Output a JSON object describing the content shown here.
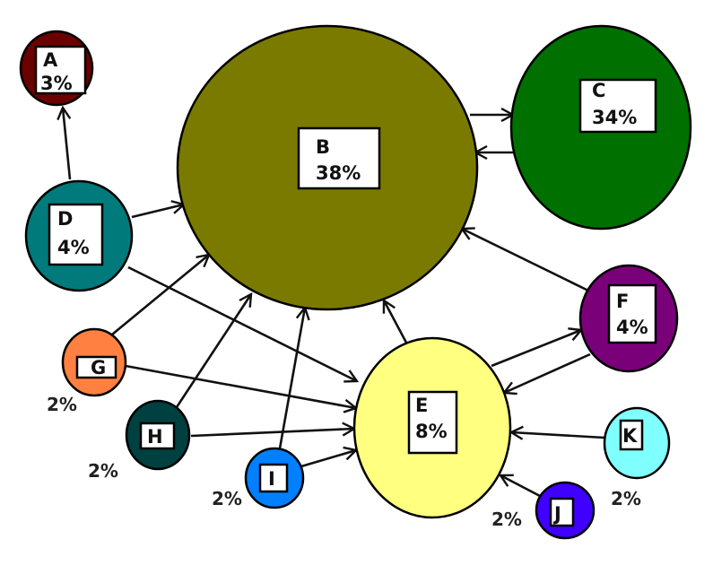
{
  "nodes": [
    {
      "id": "A",
      "name": "A",
      "percent": "3%",
      "color": "#6b0000",
      "label_inside": true
    },
    {
      "id": "B",
      "name": "B",
      "percent": "38%",
      "color": "#7a7a00",
      "label_inside": true
    },
    {
      "id": "C",
      "name": "C",
      "percent": "34%",
      "color": "#007000",
      "label_inside": true
    },
    {
      "id": "D",
      "name": "D",
      "percent": "4%",
      "color": "#007a7a",
      "label_inside": true
    },
    {
      "id": "E",
      "name": "E",
      "percent": "8%",
      "color": "#ffff80",
      "label_inside": true
    },
    {
      "id": "F",
      "name": "F",
      "percent": "4%",
      "color": "#7a007a",
      "label_inside": true
    },
    {
      "id": "G",
      "name": "G",
      "percent": "2%",
      "color": "#ff8040",
      "label_inside": false
    },
    {
      "id": "H",
      "name": "H",
      "percent": "2%",
      "color": "#004040",
      "label_inside": false
    },
    {
      "id": "I",
      "name": "I",
      "percent": "2%",
      "color": "#0080ff",
      "label_inside": false
    },
    {
      "id": "J",
      "name": "J",
      "percent": "2%",
      "color": "#4000ff",
      "label_inside": false
    },
    {
      "id": "K",
      "name": "K",
      "percent": "2%",
      "color": "#80ffff",
      "label_inside": false
    }
  ],
  "edges": [
    {
      "from": "D",
      "to": "A"
    },
    {
      "from": "D",
      "to": "B"
    },
    {
      "from": "D",
      "to": "E"
    },
    {
      "from": "B",
      "to": "C"
    },
    {
      "from": "C",
      "to": "B"
    },
    {
      "from": "F",
      "to": "B"
    },
    {
      "from": "E",
      "to": "B"
    },
    {
      "from": "E",
      "to": "F"
    },
    {
      "from": "F",
      "to": "E"
    },
    {
      "from": "G",
      "to": "B"
    },
    {
      "from": "G",
      "to": "E"
    },
    {
      "from": "H",
      "to": "B"
    },
    {
      "from": "H",
      "to": "E"
    },
    {
      "from": "I",
      "to": "B"
    },
    {
      "from": "I",
      "to": "E"
    },
    {
      "from": "J",
      "to": "E"
    },
    {
      "from": "K",
      "to": "E"
    }
  ]
}
